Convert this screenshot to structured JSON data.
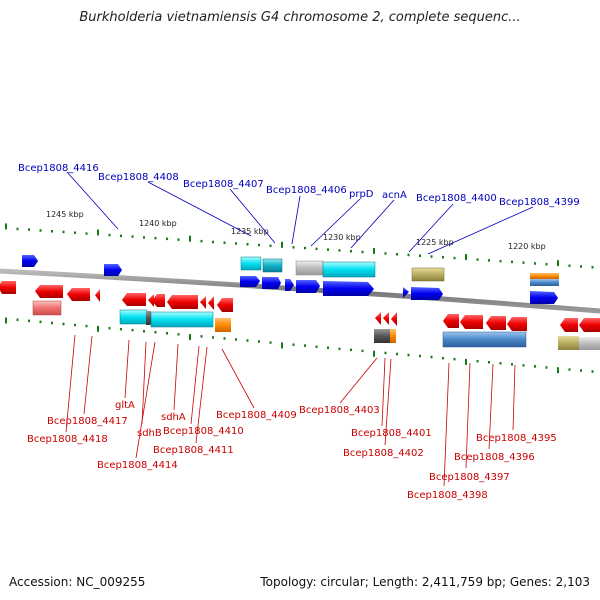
{
  "header": {
    "title": "Burkholderia vietnamiensis G4 chromosome 2, complete sequenc..."
  },
  "footer": {
    "accession": "Accession: NC_009255",
    "summary": "Topology: circular; Length: 2,411,759 bp; Genes: 2,103"
  },
  "scale": [
    "1245 kbp",
    "1240 kbp",
    "1235 kbp",
    "1230 kbp",
    "1225 kbp",
    "1220 kbp"
  ],
  "labels_top": [
    "Bcep1808_4416",
    "Bcep1808_4408",
    "Bcep1808_4407",
    "Bcep1808_4406",
    "prpD",
    "acnA",
    "Bcep1808_4400",
    "Bcep1808_4399"
  ],
  "labels_bottom": [
    "Bcep1808_4417",
    "Bcep1808_4418",
    "gltA",
    "sdhB",
    "Bcep1808_4414",
    "sdhA",
    "Bcep1808_4410",
    "Bcep1808_4411",
    "Bcep1808_4409",
    "Bcep1808_4403",
    "Bcep1808_4401",
    "Bcep1808_4402",
    "Bcep1808_4395",
    "Bcep1808_4396",
    "Bcep1808_4397",
    "Bcep1808_4398"
  ],
  "colors": {
    "forward_label": "#0000bb",
    "reverse_label": "#cc0000",
    "backbone": "#888888",
    "tick": "#1a7a1a"
  }
}
